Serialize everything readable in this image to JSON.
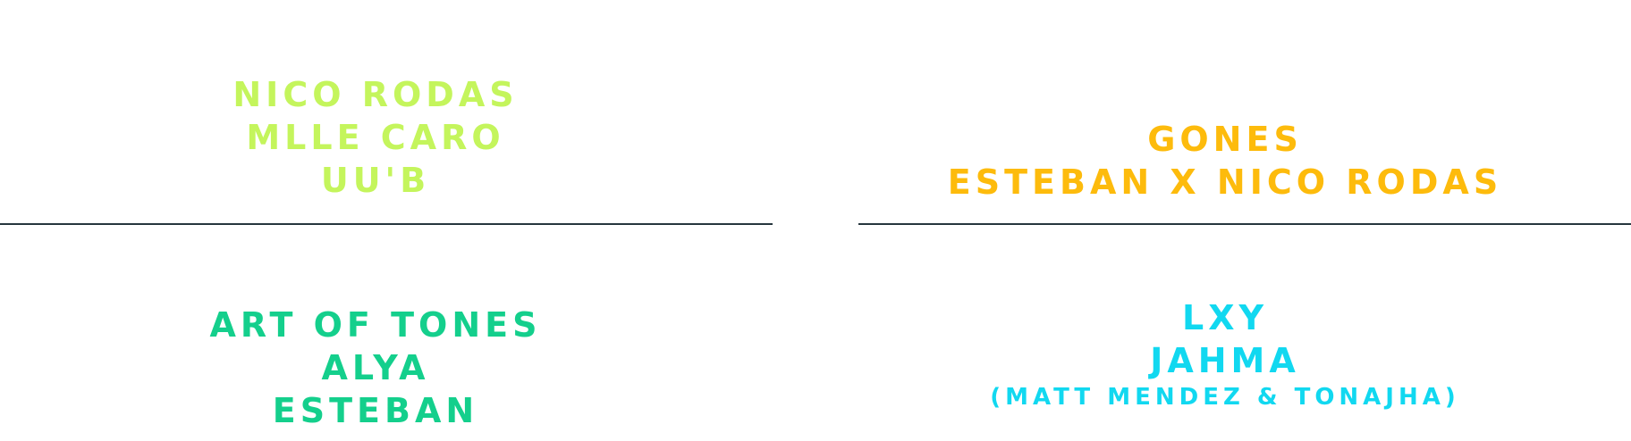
{
  "colors": {
    "top_left": "#c4f55c",
    "top_right": "#fdbb0c",
    "bottom_left": "#14cf8c",
    "bottom_right": "#11d8f0",
    "divider": "#26363e"
  },
  "top_left": {
    "lines": [
      "NICO RODAS",
      "MLLE CARO",
      "UU'B"
    ]
  },
  "top_right": {
    "lines": [
      "GONES",
      "ESTEBAN X NICO RODAS"
    ]
  },
  "bottom_left": {
    "lines": [
      "ART OF TONES",
      "ALYA",
      "ESTEBAN"
    ]
  },
  "bottom_right": {
    "lines": [
      "LXY",
      "JAHMA",
      "(MATT MENDEZ & TONAJHA)"
    ]
  }
}
